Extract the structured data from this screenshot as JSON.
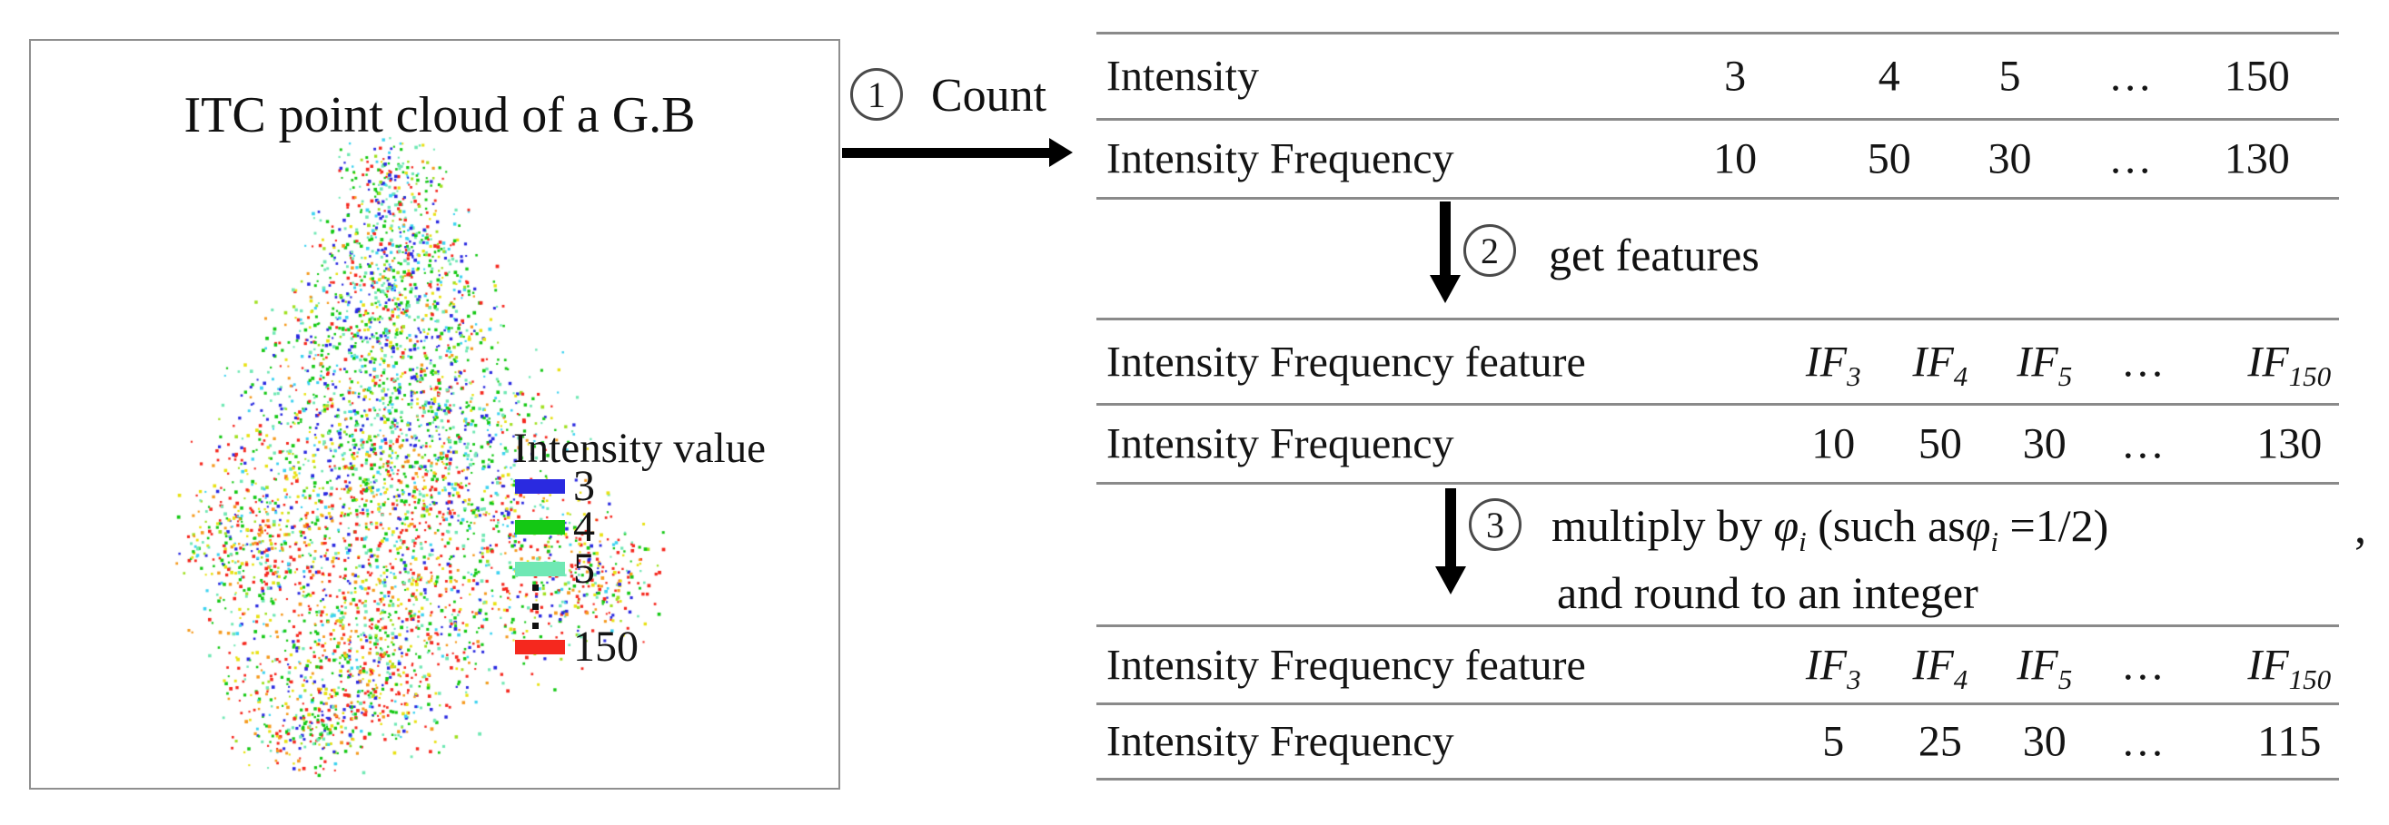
{
  "panel": {
    "title": "ITC point cloud of a G.B",
    "legend": {
      "title": "Intensity value",
      "items": [
        {
          "label": "3",
          "color": "#2a2ae0"
        },
        {
          "label": "4",
          "color": "#14c814"
        },
        {
          "label": "5",
          "color": "#70e8b4"
        },
        {
          "label": "150",
          "color": "#f5281e"
        }
      ],
      "ellipsis_dots": 3
    },
    "point_palette": [
      "#2a2ae0",
      "#14c814",
      "#70e8b4",
      "#f5281e",
      "#e8e112",
      "#f59a1e",
      "#3cd2f0",
      "#a0e020"
    ]
  },
  "steps": {
    "step1": {
      "number": "1",
      "label": "Count"
    },
    "step2": {
      "number": "2",
      "label": "get features"
    },
    "step3": {
      "number": "3",
      "line1_parts": [
        {
          "text": "multiply by "
        },
        {
          "text": "φ",
          "italic": true
        },
        {
          "text": "i",
          "italic": true,
          "sub": true
        },
        {
          "text": "  (such as"
        },
        {
          "text": "φ",
          "italic": true
        },
        {
          "text": "i",
          "italic": true,
          "sub": true
        },
        {
          "text": " =1/2)"
        }
      ],
      "line2": "and round to an integer",
      "trailing_comma": ","
    }
  },
  "tables": [
    {
      "name": "intensity-count-table",
      "rows": [
        {
          "label": "Intensity",
          "cells": [
            {
              "text": "3"
            },
            {
              "text": "4"
            },
            {
              "text": "5"
            },
            {
              "text": "…"
            },
            {
              "text": "150"
            }
          ]
        },
        {
          "label": "Intensity Frequency",
          "cells": [
            {
              "text": "10"
            },
            {
              "text": "50"
            },
            {
              "text": "30"
            },
            {
              "text": "…"
            },
            {
              "text": "130"
            }
          ]
        }
      ]
    },
    {
      "name": "intensity-frequency-feature-table",
      "rows": [
        {
          "label": "Intensity Frequency feature",
          "cells": [
            {
              "text": "IF",
              "sub": "3",
              "italic": true
            },
            {
              "text": "IF",
              "sub": "4",
              "italic": true
            },
            {
              "text": "IF",
              "sub": "5",
              "italic": true
            },
            {
              "text": "…"
            },
            {
              "text": "IF",
              "sub": "150",
              "italic": true
            }
          ]
        },
        {
          "label": "Intensity Frequency",
          "cells": [
            {
              "text": "10"
            },
            {
              "text": "50"
            },
            {
              "text": "30"
            },
            {
              "text": "…"
            },
            {
              "text": "130"
            }
          ]
        }
      ]
    },
    {
      "name": "scaled-feature-table",
      "rows": [
        {
          "label": "Intensity Frequency feature",
          "cells": [
            {
              "text": "IF",
              "sub": "3",
              "italic": true
            },
            {
              "text": "IF",
              "sub": "4",
              "italic": true
            },
            {
              "text": "IF",
              "sub": "5",
              "italic": true
            },
            {
              "text": "…"
            },
            {
              "text": "IF",
              "sub": "150",
              "italic": true
            }
          ]
        },
        {
          "label": "Intensity Frequency",
          "cells": [
            {
              "text": "5"
            },
            {
              "text": "25"
            },
            {
              "text": "30"
            },
            {
              "text": "…"
            },
            {
              "text": "115"
            }
          ]
        }
      ]
    }
  ]
}
